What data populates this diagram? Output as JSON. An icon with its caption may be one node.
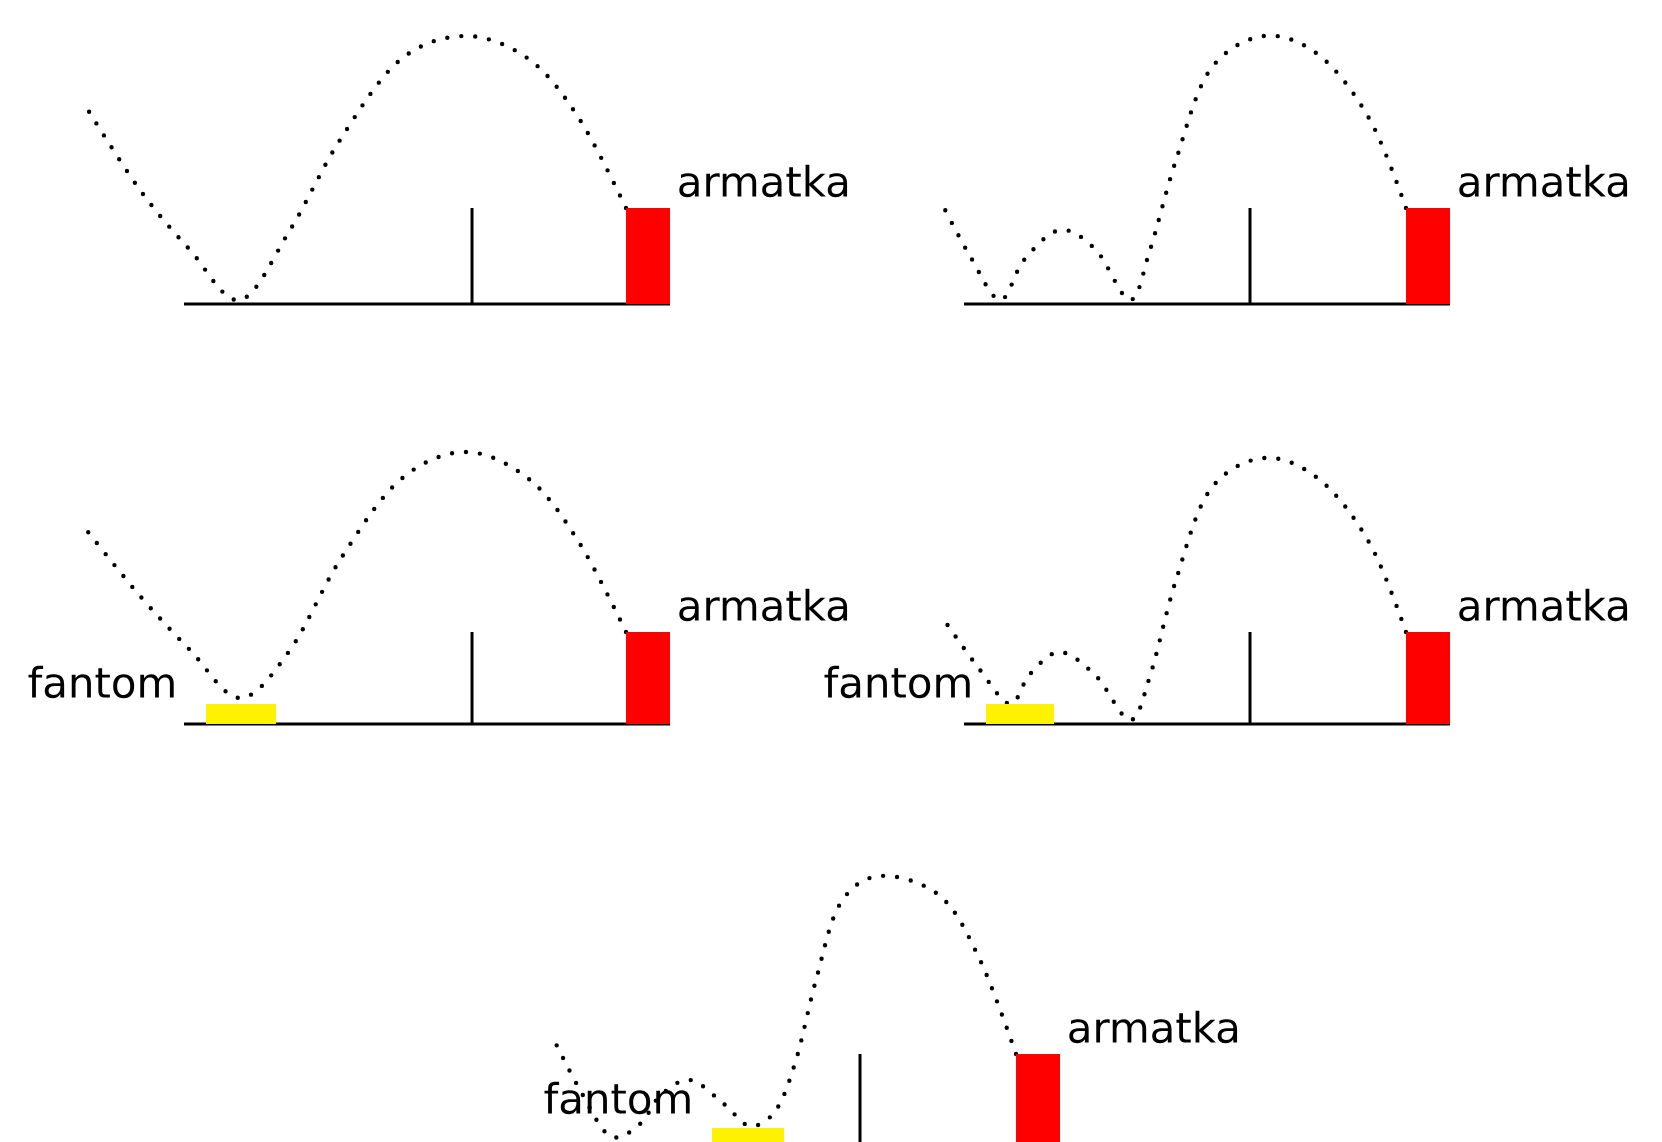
{
  "diagram": {
    "nodes": [
      {
        "text": [
          "armatka"
        ]
      },
      {
        "text": [
          "armatka"
        ]
      },
      {
        "text": [
          "fantom"
        ]
      },
      {
        "text": [
          "armatka"
        ]
      },
      {
        "text": [
          "fantom"
        ]
      },
      {
        "text": [
          "armatka"
        ]
      },
      {
        "text": [
          "fantom"
        ]
      },
      {
        "text": [
          "armatka"
        ]
      }
    ]
  }
}
